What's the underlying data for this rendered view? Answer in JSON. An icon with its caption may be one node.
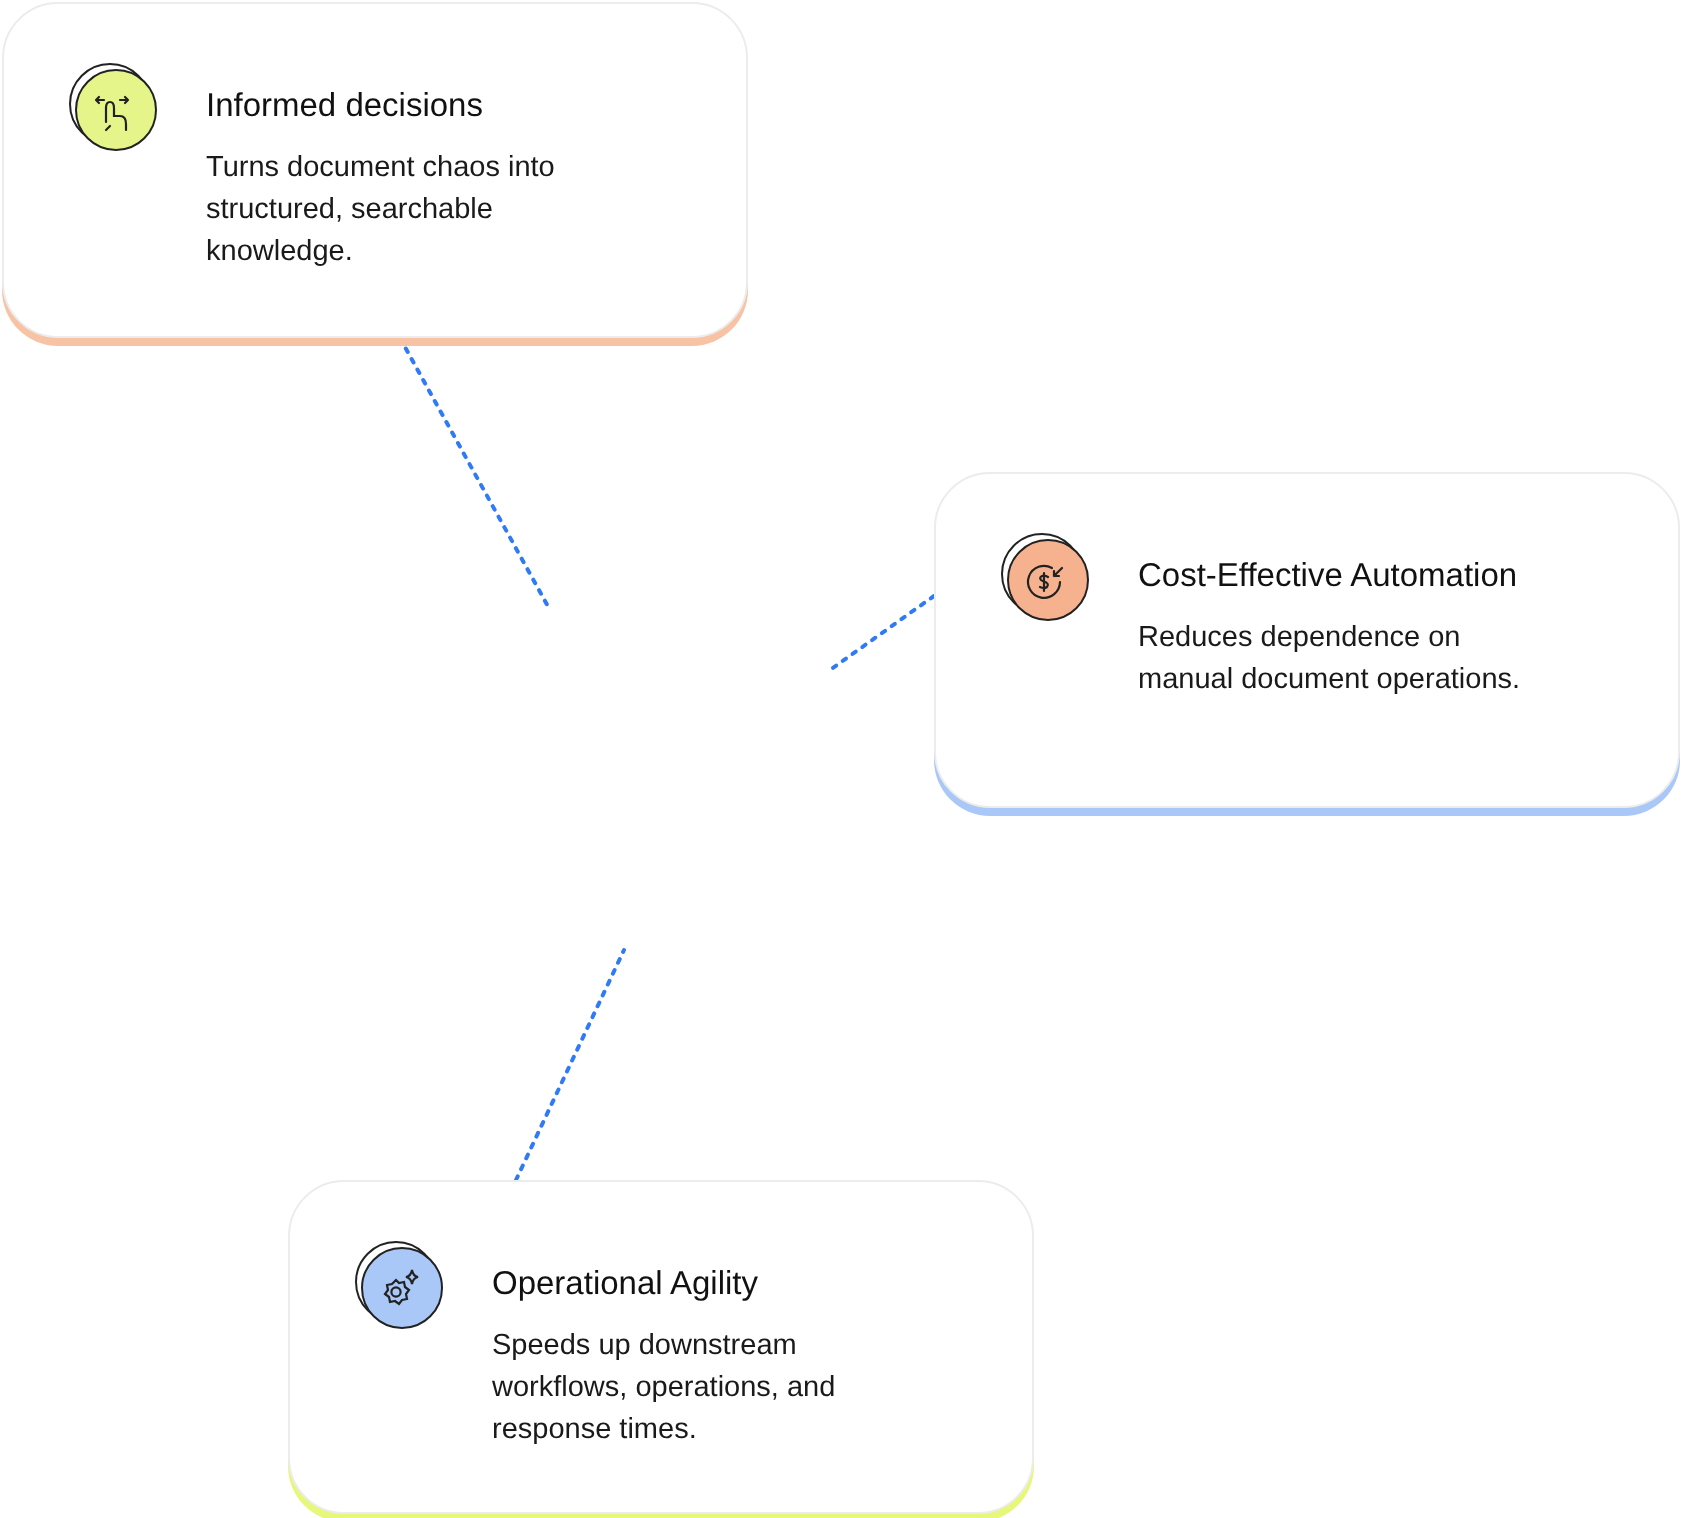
{
  "diagram": {
    "nodes": [
      {
        "text": [
          "Informed decisions",
          "Turns document chaos into structured, searchable knowledge."
        ]
      },
      {
        "text": [
          "Cost-Effective Automation",
          "Reduces dependence on manual document operations."
        ]
      },
      {
        "text": [
          "Operational Agility",
          "Speeds up downstream workflows, operations, and response times."
        ]
      }
    ],
    "edges": [
      {
        "from": 0,
        "to": null,
        "arrow": "none",
        "style": "dashed"
      },
      {
        "from": 1,
        "to": null,
        "arrow": "none",
        "style": "dashed"
      },
      {
        "from": 2,
        "to": null,
        "arrow": "none",
        "style": "dashed"
      }
    ]
  }
}
